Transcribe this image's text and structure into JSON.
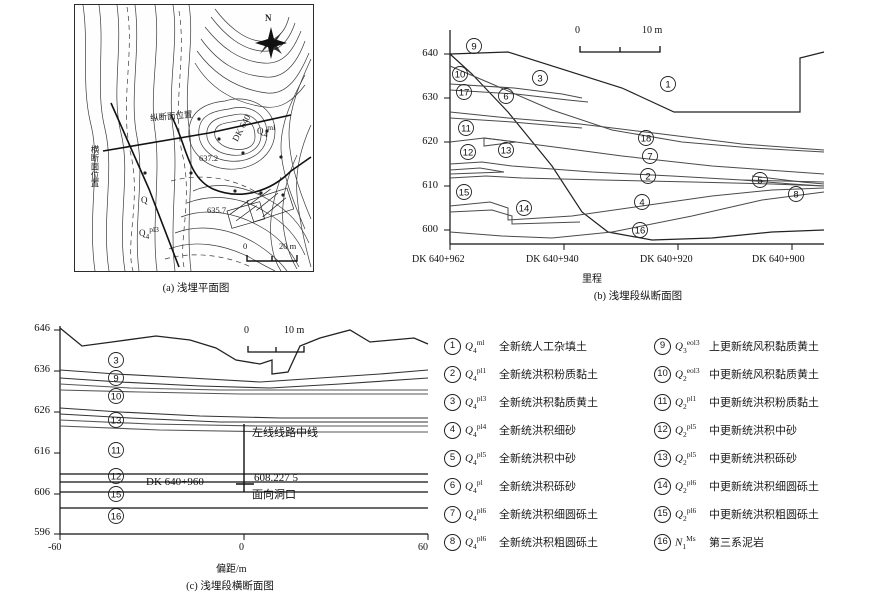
{
  "figure": {
    "panels": [
      {
        "id": "a",
        "caption": "(a) 浅埋平面图"
      },
      {
        "id": "b",
        "caption": "(b) 浅埋段纵断面图"
      },
      {
        "id": "c",
        "caption": "(c) 浅埋段横断面图"
      }
    ]
  },
  "panel_a": {
    "caption": "(a) 浅埋平面图",
    "labels": {
      "north": "N",
      "section_line": "纵断面位置",
      "cross_section_line": "横断面位置",
      "chainage": "DK 640",
      "unit_ml": "Q4ml",
      "unit_pl3": "Q4pl3",
      "elev_1": "637.2",
      "elev_2": "635.7"
    },
    "scalebar": {
      "start": "0",
      "end": "20 m"
    }
  },
  "chart_data": [
    {
      "id": "panel_b",
      "type": "line",
      "title": "(b) 浅埋段纵断面图",
      "xlabel": "里程",
      "ylabel": "",
      "ylim": [
        596,
        642
      ],
      "yticks": [
        600,
        610,
        620,
        630,
        640
      ],
      "xticks": [
        "DK 640+962",
        "DK 640+940",
        "DK 640+920",
        "DK 640+900"
      ],
      "scalebar": {
        "start": "0",
        "end": "10 m"
      },
      "strata_markers": [
        {
          "n": "1",
          "x": 0.545,
          "y": 623.0
        },
        {
          "n": "2",
          "x": 0.512,
          "y": 611.2
        },
        {
          "n": "3",
          "x": 0.265,
          "y": 630.3
        },
        {
          "n": "4",
          "x": 0.492,
          "y": 605.6
        },
        {
          "n": "5",
          "x": 0.79,
          "y": 610.3
        },
        {
          "n": "6",
          "x": 0.165,
          "y": 625.8
        },
        {
          "n": "7",
          "x": 0.505,
          "y": 614.7
        },
        {
          "n": "8",
          "x": 0.875,
          "y": 606.3
        },
        {
          "n": "9",
          "x": 0.075,
          "y": 636.7
        },
        {
          "n": "10",
          "x": 0.035,
          "y": 630.2
        },
        {
          "n": "11",
          "x": 0.058,
          "y": 619.8
        },
        {
          "n": "12",
          "x": 0.06,
          "y": 614.5
        },
        {
          "n": "13",
          "x": 0.165,
          "y": 615.0
        },
        {
          "n": "14",
          "x": 0.228,
          "y": 604.0
        },
        {
          "n": "15",
          "x": 0.04,
          "y": 606.5
        },
        {
          "n": "16",
          "x": 0.49,
          "y": 600.0
        },
        {
          "n": "17",
          "x": 0.045,
          "y": 625.5
        },
        {
          "n": "18",
          "x": 0.497,
          "y": 618.0
        }
      ]
    },
    {
      "id": "panel_c",
      "type": "line",
      "title": "(c) 浅埋段横断面图",
      "xlabel": "偏距/m",
      "ylabel": "",
      "ylim": [
        596,
        648
      ],
      "yticks": [
        596,
        606,
        616,
        626,
        636,
        646
      ],
      "xticks": [
        "-60",
        "0",
        "60"
      ],
      "xlim": [
        -60,
        60
      ],
      "scalebar": {
        "start": "0",
        "end": "10 m"
      },
      "annotations": {
        "centerline": "左线线路中线",
        "chainage": "DK 640+960",
        "elevation": "608.227 5",
        "portal": "面向洞口"
      },
      "strata_markers": [
        {
          "n": "3",
          "x": -20,
          "y": 539.0
        },
        {
          "n": "9",
          "x": -20,
          "y": 534.8
        },
        {
          "n": "10",
          "x": -20,
          "y": 530.5
        },
        {
          "n": "13",
          "x": -20,
          "y": 525.0
        },
        {
          "n": "11",
          "x": -20,
          "y": 516.0
        },
        {
          "n": "12",
          "x": -20,
          "y": 510.5
        },
        {
          "n": "15",
          "x": -20,
          "y": 506.0
        },
        {
          "n": "16",
          "x": -20,
          "y": 500.0
        }
      ]
    }
  ],
  "legend": {
    "items": [
      {
        "n": "1",
        "sym_base": "Q",
        "sym_sub": "4",
        "sym_sup": "ml",
        "text": "全新统人工杂填土"
      },
      {
        "n": "2",
        "sym_base": "Q",
        "sym_sub": "4",
        "sym_sup": "pl1",
        "text": "全新统洪积粉质黏土"
      },
      {
        "n": "3",
        "sym_base": "Q",
        "sym_sub": "4",
        "sym_sup": "pl3",
        "text": "全新统洪积黏质黄土"
      },
      {
        "n": "4",
        "sym_base": "Q",
        "sym_sub": "4",
        "sym_sup": "pl4",
        "text": "全新统洪积细砂"
      },
      {
        "n": "5",
        "sym_base": "Q",
        "sym_sub": "4",
        "sym_sup": "pl5",
        "text": "全新统洪积中砂"
      },
      {
        "n": "6",
        "sym_base": "Q",
        "sym_sub": "4",
        "sym_sup": "pl",
        "text": "全新统洪积砾砂"
      },
      {
        "n": "7",
        "sym_base": "Q",
        "sym_sub": "4",
        "sym_sup": "pl6",
        "text": "全新统洪积细圆砾土"
      },
      {
        "n": "8",
        "sym_base": "Q",
        "sym_sub": "4",
        "sym_sup": "pl6",
        "text": "全新统洪积粗圆砾土"
      },
      {
        "n": "9",
        "sym_base": "Q",
        "sym_sub": "3",
        "sym_sup": "eol3",
        "text": "上更新统风积黏质黄土"
      },
      {
        "n": "10",
        "sym_base": "Q",
        "sym_sub": "2",
        "sym_sup": "eol3",
        "text": "中更新统风积黏质黄土"
      },
      {
        "n": "11",
        "sym_base": "Q",
        "sym_sub": "2",
        "sym_sup": "pl1",
        "text": "中更新统洪积粉质黏土"
      },
      {
        "n": "12",
        "sym_base": "Q",
        "sym_sub": "2",
        "sym_sup": "pl5",
        "text": "中更新统洪积中砂"
      },
      {
        "n": "13",
        "sym_base": "Q",
        "sym_sub": "2",
        "sym_sup": "pl5",
        "text": "中更新统洪积砾砂"
      },
      {
        "n": "14",
        "sym_base": "Q",
        "sym_sub": "2",
        "sym_sup": "pl6",
        "text": "中更新统洪积细圆砾土"
      },
      {
        "n": "15",
        "sym_base": "Q",
        "sym_sub": "2",
        "sym_sup": "pl6",
        "text": "中更新统洪积粗圆砾土"
      },
      {
        "n": "16",
        "sym_base": "N",
        "sym_sub": "1",
        "sym_sup": "Ms",
        "text": "第三系泥岩"
      }
    ]
  }
}
